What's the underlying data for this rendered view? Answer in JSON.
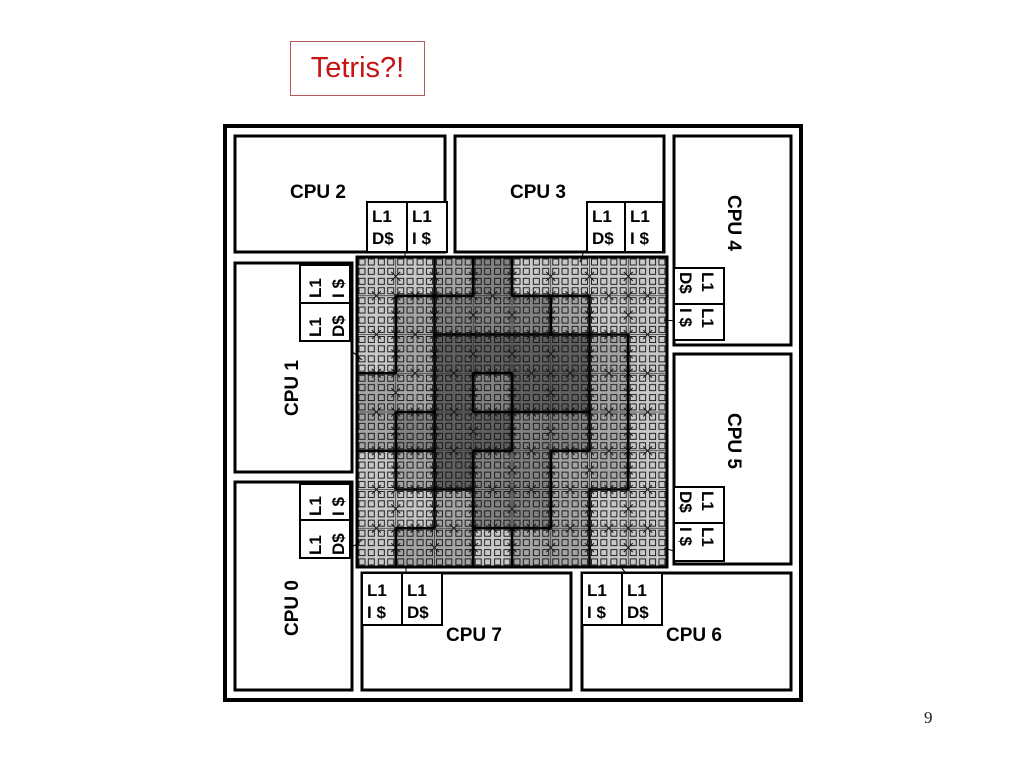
{
  "slide": {
    "title": "Tetris?!",
    "page_number": "9"
  },
  "diagram": {
    "cpus": [
      {
        "id": "cpu0",
        "label": "CPU 0",
        "caches": [
          {
            "line1": "L1",
            "line2": "D$"
          },
          {
            "line1": "L1",
            "line2": "I $"
          }
        ]
      },
      {
        "id": "cpu1",
        "label": "CPU 1",
        "caches": [
          {
            "line1": "L1",
            "line2": "D$"
          },
          {
            "line1": "L1",
            "line2": "I $"
          }
        ]
      },
      {
        "id": "cpu2",
        "label": "CPU 2",
        "caches": [
          {
            "line1": "L1",
            "line2": "D$"
          },
          {
            "line1": "L1",
            "line2": "I $"
          }
        ]
      },
      {
        "id": "cpu3",
        "label": "CPU 3",
        "caches": [
          {
            "line1": "L1",
            "line2": "D$"
          },
          {
            "line1": "L1",
            "line2": "I $"
          }
        ]
      },
      {
        "id": "cpu4",
        "label": "CPU 4",
        "caches": [
          {
            "line1": "L1",
            "line2": "D$"
          },
          {
            "line1": "L1",
            "line2": "I $"
          }
        ]
      },
      {
        "id": "cpu5",
        "label": "CPU 5",
        "caches": [
          {
            "line1": "L1",
            "line2": "D$"
          },
          {
            "line1": "L1",
            "line2": "I $"
          }
        ]
      },
      {
        "id": "cpu6",
        "label": "CPU 6",
        "caches": [
          {
            "line1": "L1",
            "line2": "I $"
          },
          {
            "line1": "L1",
            "line2": "D$"
          }
        ]
      },
      {
        "id": "cpu7",
        "label": "CPU 7",
        "caches": [
          {
            "line1": "L1",
            "line2": "I $"
          },
          {
            "line1": "L1",
            "line2": "D$"
          }
        ]
      }
    ],
    "l2_grid": {
      "rows": 8,
      "cols": 8,
      "shades": [
        [
          1,
          1,
          2,
          3,
          1,
          1,
          1,
          1
        ],
        [
          1,
          2,
          3,
          3,
          3,
          2,
          1,
          1
        ],
        [
          1,
          2,
          4,
          4,
          4,
          4,
          2,
          1
        ],
        [
          2,
          2,
          4,
          3,
          4,
          4,
          2,
          1
        ],
        [
          2,
          3,
          4,
          4,
          3,
          3,
          2,
          1
        ],
        [
          1,
          2,
          4,
          3,
          3,
          2,
          2,
          1
        ],
        [
          1,
          1,
          2,
          3,
          3,
          2,
          1,
          1
        ],
        [
          1,
          2,
          2,
          1,
          2,
          2,
          1,
          1
        ]
      ],
      "palette": [
        "#ffffff",
        "#c8c8c8",
        "#a4a4a4",
        "#828282",
        "#606060"
      ]
    }
  }
}
